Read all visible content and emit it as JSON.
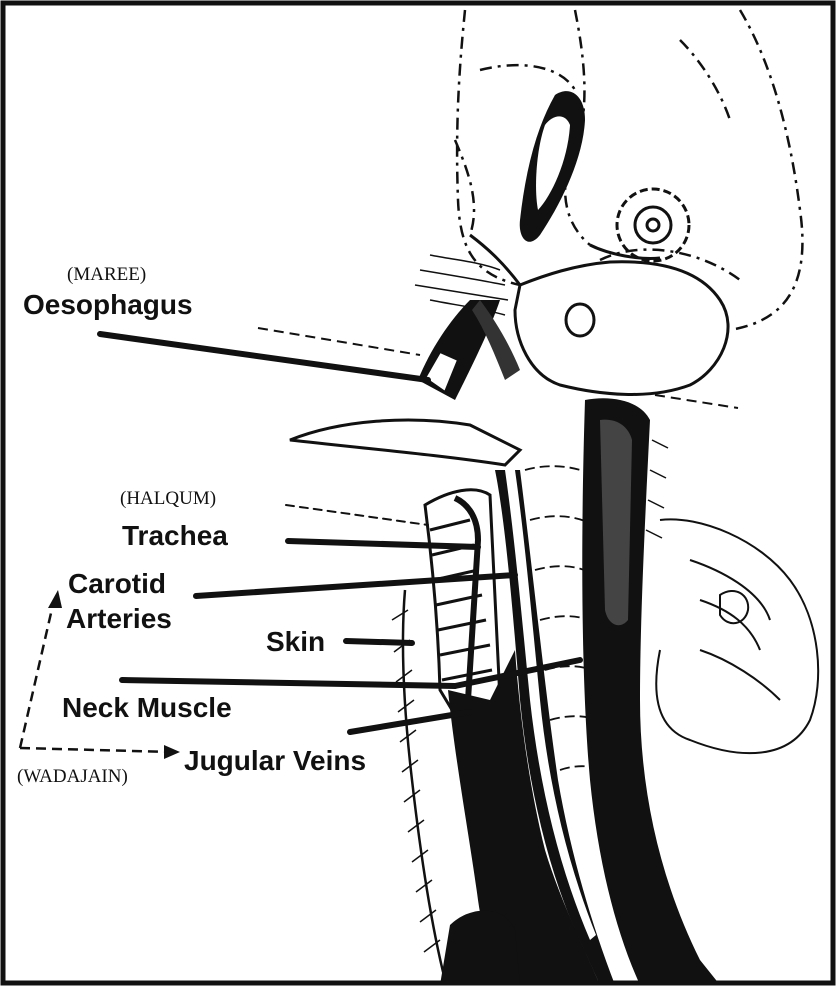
{
  "labels": {
    "oesophagus": {
      "term": "(MAREE)",
      "name": "Oesophagus"
    },
    "trachea": {
      "term": "(HALQUM)",
      "name": "Trachea"
    },
    "carotid": {
      "line1": "Carotid",
      "line2": "Arteries"
    },
    "skin": "Skin",
    "neck_muscle": "Neck Muscle",
    "jugular": "Jugular Veins",
    "wadajain": "(WADAJAIN)"
  },
  "colors": {
    "ink": "#111111",
    "background": "#ffffff"
  }
}
